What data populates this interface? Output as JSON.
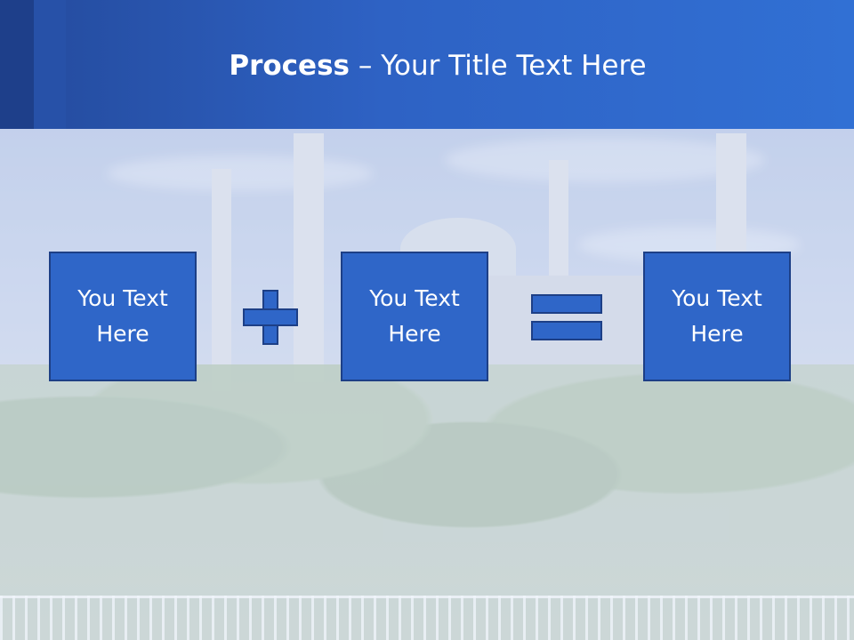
{
  "slide": {
    "title_bold": "Process",
    "title_rest": " – Your Title Text Here",
    "boxes": [
      {
        "line1": "You Text",
        "line2": "Here"
      },
      {
        "line1": "You Text",
        "line2": "Here"
      },
      {
        "line1": "You Text",
        "line2": "Here"
      }
    ],
    "operators": [
      "plus-icon",
      "equals-icon"
    ],
    "colors": {
      "header": "#2e62c4",
      "box": "#2f66c8",
      "box_border": "#1d3f86",
      "text": "#ffffff"
    },
    "background_image": "mosque-photo"
  }
}
